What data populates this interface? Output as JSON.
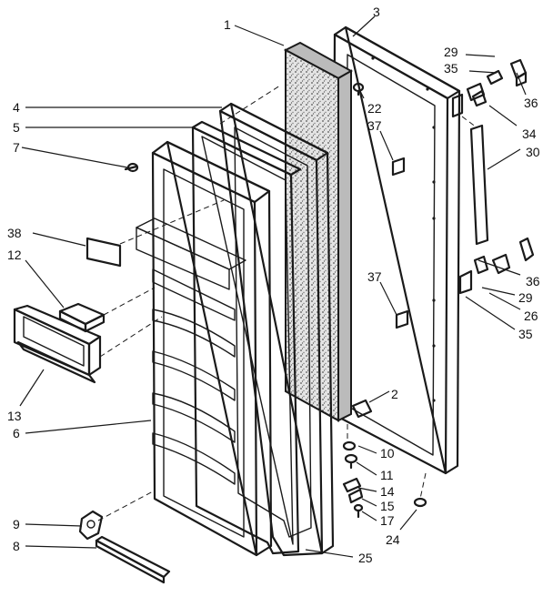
{
  "diagram": {
    "callouts": {
      "c1": "1",
      "c2": "2",
      "c3": "3",
      "c4": "4",
      "c5": "5",
      "c6": "6",
      "c7": "7",
      "c8": "8",
      "c9": "9",
      "c10": "10",
      "c11": "11",
      "c12": "12",
      "c13": "13",
      "c14": "14",
      "c15": "15",
      "c17": "17",
      "c22": "22",
      "c24": "24",
      "c25": "25",
      "c26": "26",
      "c29a": "29",
      "c29b": "29",
      "c30": "30",
      "c34": "34",
      "c35a": "35",
      "c35b": "35",
      "c36a": "36",
      "c36b": "36",
      "c37a": "37",
      "c37b": "37",
      "c38": "38"
    }
  }
}
